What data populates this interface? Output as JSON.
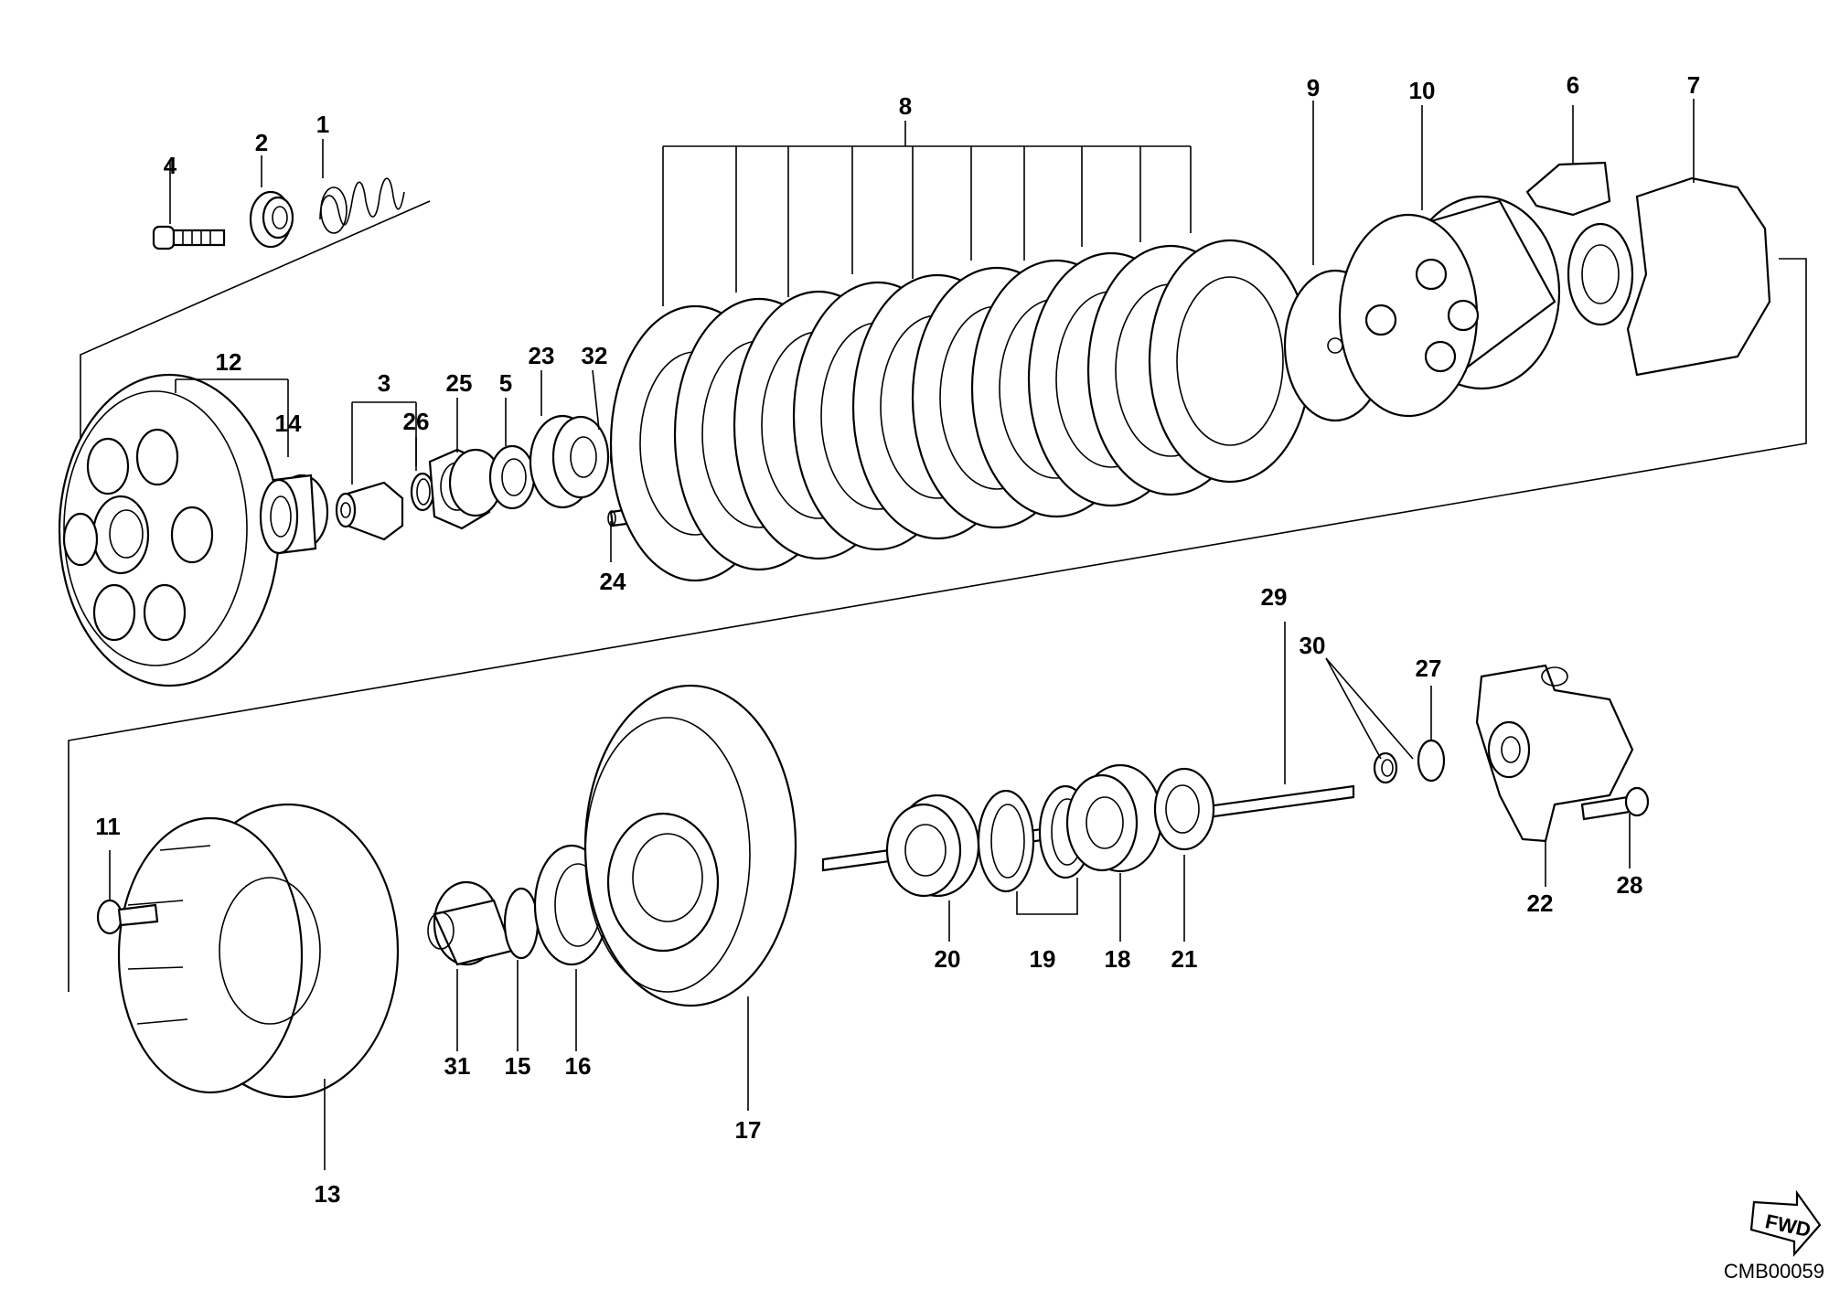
{
  "drawing_code": "CMB00059",
  "fwd_label": "FWD",
  "labels": {
    "1": "1",
    "2": "2",
    "3": "3",
    "4": "4",
    "5": "5",
    "6": "6",
    "7": "7",
    "8": "8",
    "9": "9",
    "10": "10",
    "11": "11",
    "12": "12",
    "13": "13",
    "14": "14",
    "15": "15",
    "16": "16",
    "17": "17",
    "18": "18",
    "19": "19",
    "20": "20",
    "21": "21",
    "22": "22",
    "23": "23",
    "24": "24",
    "25": "25",
    "26": "26",
    "27": "27",
    "28": "28",
    "29": "29",
    "30": "30",
    "31": "31",
    "32": "32"
  }
}
